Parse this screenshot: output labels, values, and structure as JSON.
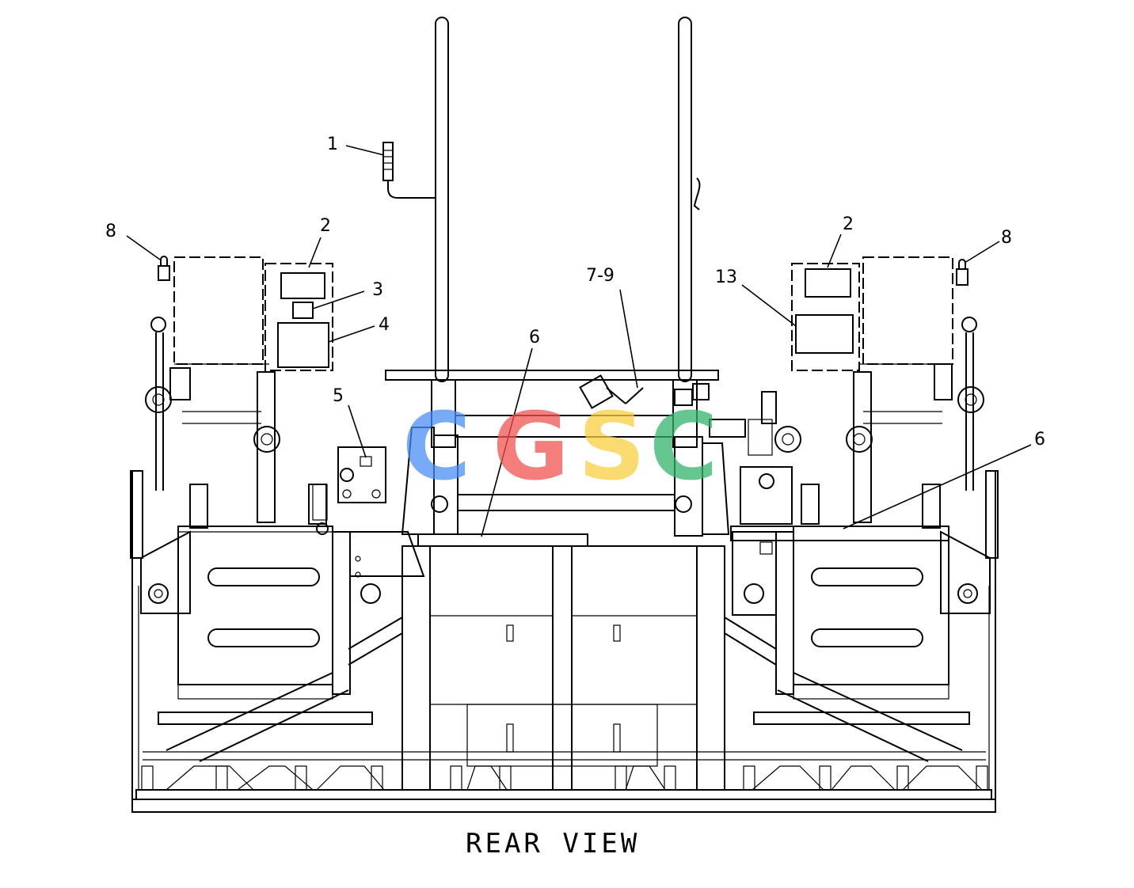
{
  "caption": "REAR VIEW",
  "watermark": {
    "letters": [
      "C",
      "G",
      "S",
      "C"
    ],
    "colors": [
      "#4a8ff5",
      "#ef5350",
      "#f9d03f",
      "#34b36a"
    ]
  },
  "callouts": {
    "c1": "1",
    "c2_left": "2",
    "c2_right": "2",
    "c3": "3",
    "c4": "4",
    "c5": "5",
    "c6_center": "6",
    "c6_right": "6",
    "c7_9": "7-9",
    "c8_left": "8",
    "c8_right": "8",
    "c13": "13"
  }
}
